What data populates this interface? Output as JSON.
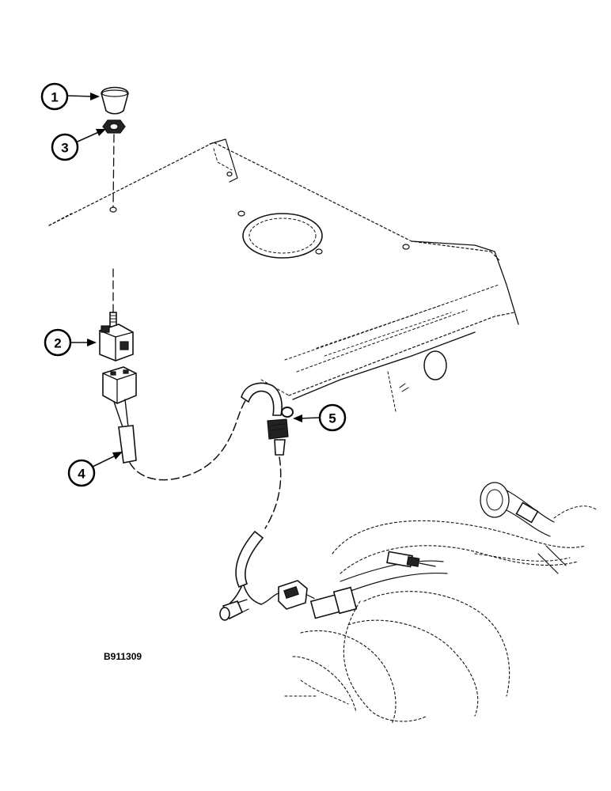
{
  "figure": {
    "id": "B911309"
  },
  "callouts": [
    {
      "label": "1"
    },
    {
      "label": "2"
    },
    {
      "label": "3"
    },
    {
      "label": "4"
    },
    {
      "label": "5"
    }
  ]
}
